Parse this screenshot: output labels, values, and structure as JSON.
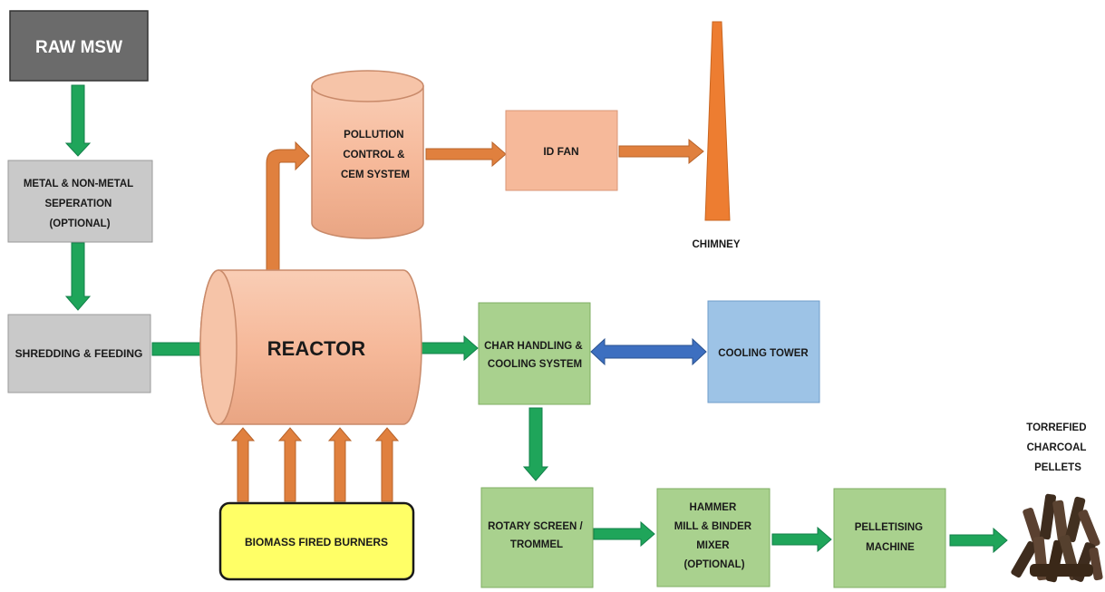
{
  "nodes": {
    "raw_msw": {
      "label": "RAW MSW"
    },
    "separation": {
      "lines": [
        "METAL & NON-METAL",
        "SEPERATION",
        "(OPTIONAL)"
      ]
    },
    "shredding": {
      "label": "SHREDDING & FEEDING"
    },
    "reactor": {
      "label": "REACTOR"
    },
    "pollution_control": {
      "lines": [
        "POLLUTION",
        "CONTROL &",
        "CEM SYSTEM"
      ]
    },
    "id_fan": {
      "label": "ID FAN"
    },
    "chimney": {
      "label": "CHIMNEY"
    },
    "char_handling": {
      "lines": [
        "CHAR HANDLING &",
        "COOLING SYSTEM"
      ]
    },
    "cooling_tower": {
      "label": "COOLING TOWER"
    },
    "burners": {
      "label": "BIOMASS FIRED BURNERS"
    },
    "rotary_screen": {
      "lines": [
        "ROTARY SCREEN /",
        "TROMMEL"
      ]
    },
    "hammer_mill": {
      "lines": [
        "HAMMER",
        "MILL & BINDER",
        "MIXER",
        "(OPTIONAL)"
      ]
    },
    "pelletising": {
      "lines": [
        "PELLETISING",
        "MACHINE"
      ]
    },
    "product": {
      "lines": [
        "TORREFIED",
        "CHARCOAL",
        "PELLETS"
      ]
    }
  },
  "colors": {
    "flow_green": "#1fa55a",
    "flow_orange": "#e0803e",
    "flow_blue": "#3d6fc0",
    "raw_box": "#6b6b6b",
    "grey_box": "#c9c9c9",
    "salmon": "#f6b99a",
    "green_box": "#a9d18e",
    "blue_box": "#9dc3e6",
    "yellow": "#ffff66",
    "chimney": "#ed7d31",
    "pellet": "#4a3523"
  }
}
